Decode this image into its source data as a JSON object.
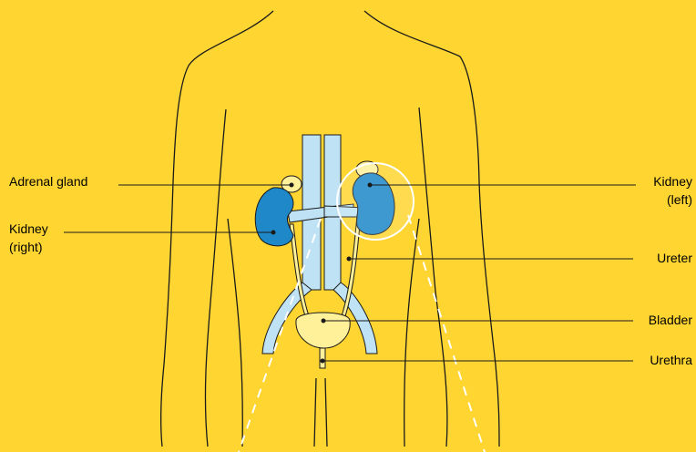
{
  "colors": {
    "background": "#FFD532",
    "kidney": "#1E88C9",
    "vessel": "#BFE3F5",
    "bladder": "#FFF09A",
    "outline": "#1A1A1A",
    "highlight": "#FFFFFF"
  },
  "labels": {
    "adrenal_gland": "Adrenal gland",
    "kidney_right_line1": "Kidney",
    "kidney_right_line2": "(right)",
    "kidney_left_line1": "Kidney",
    "kidney_left_line2": "(left)",
    "ureter": "Ureter",
    "bladder": "Bladder",
    "urethra": "Urethra"
  }
}
